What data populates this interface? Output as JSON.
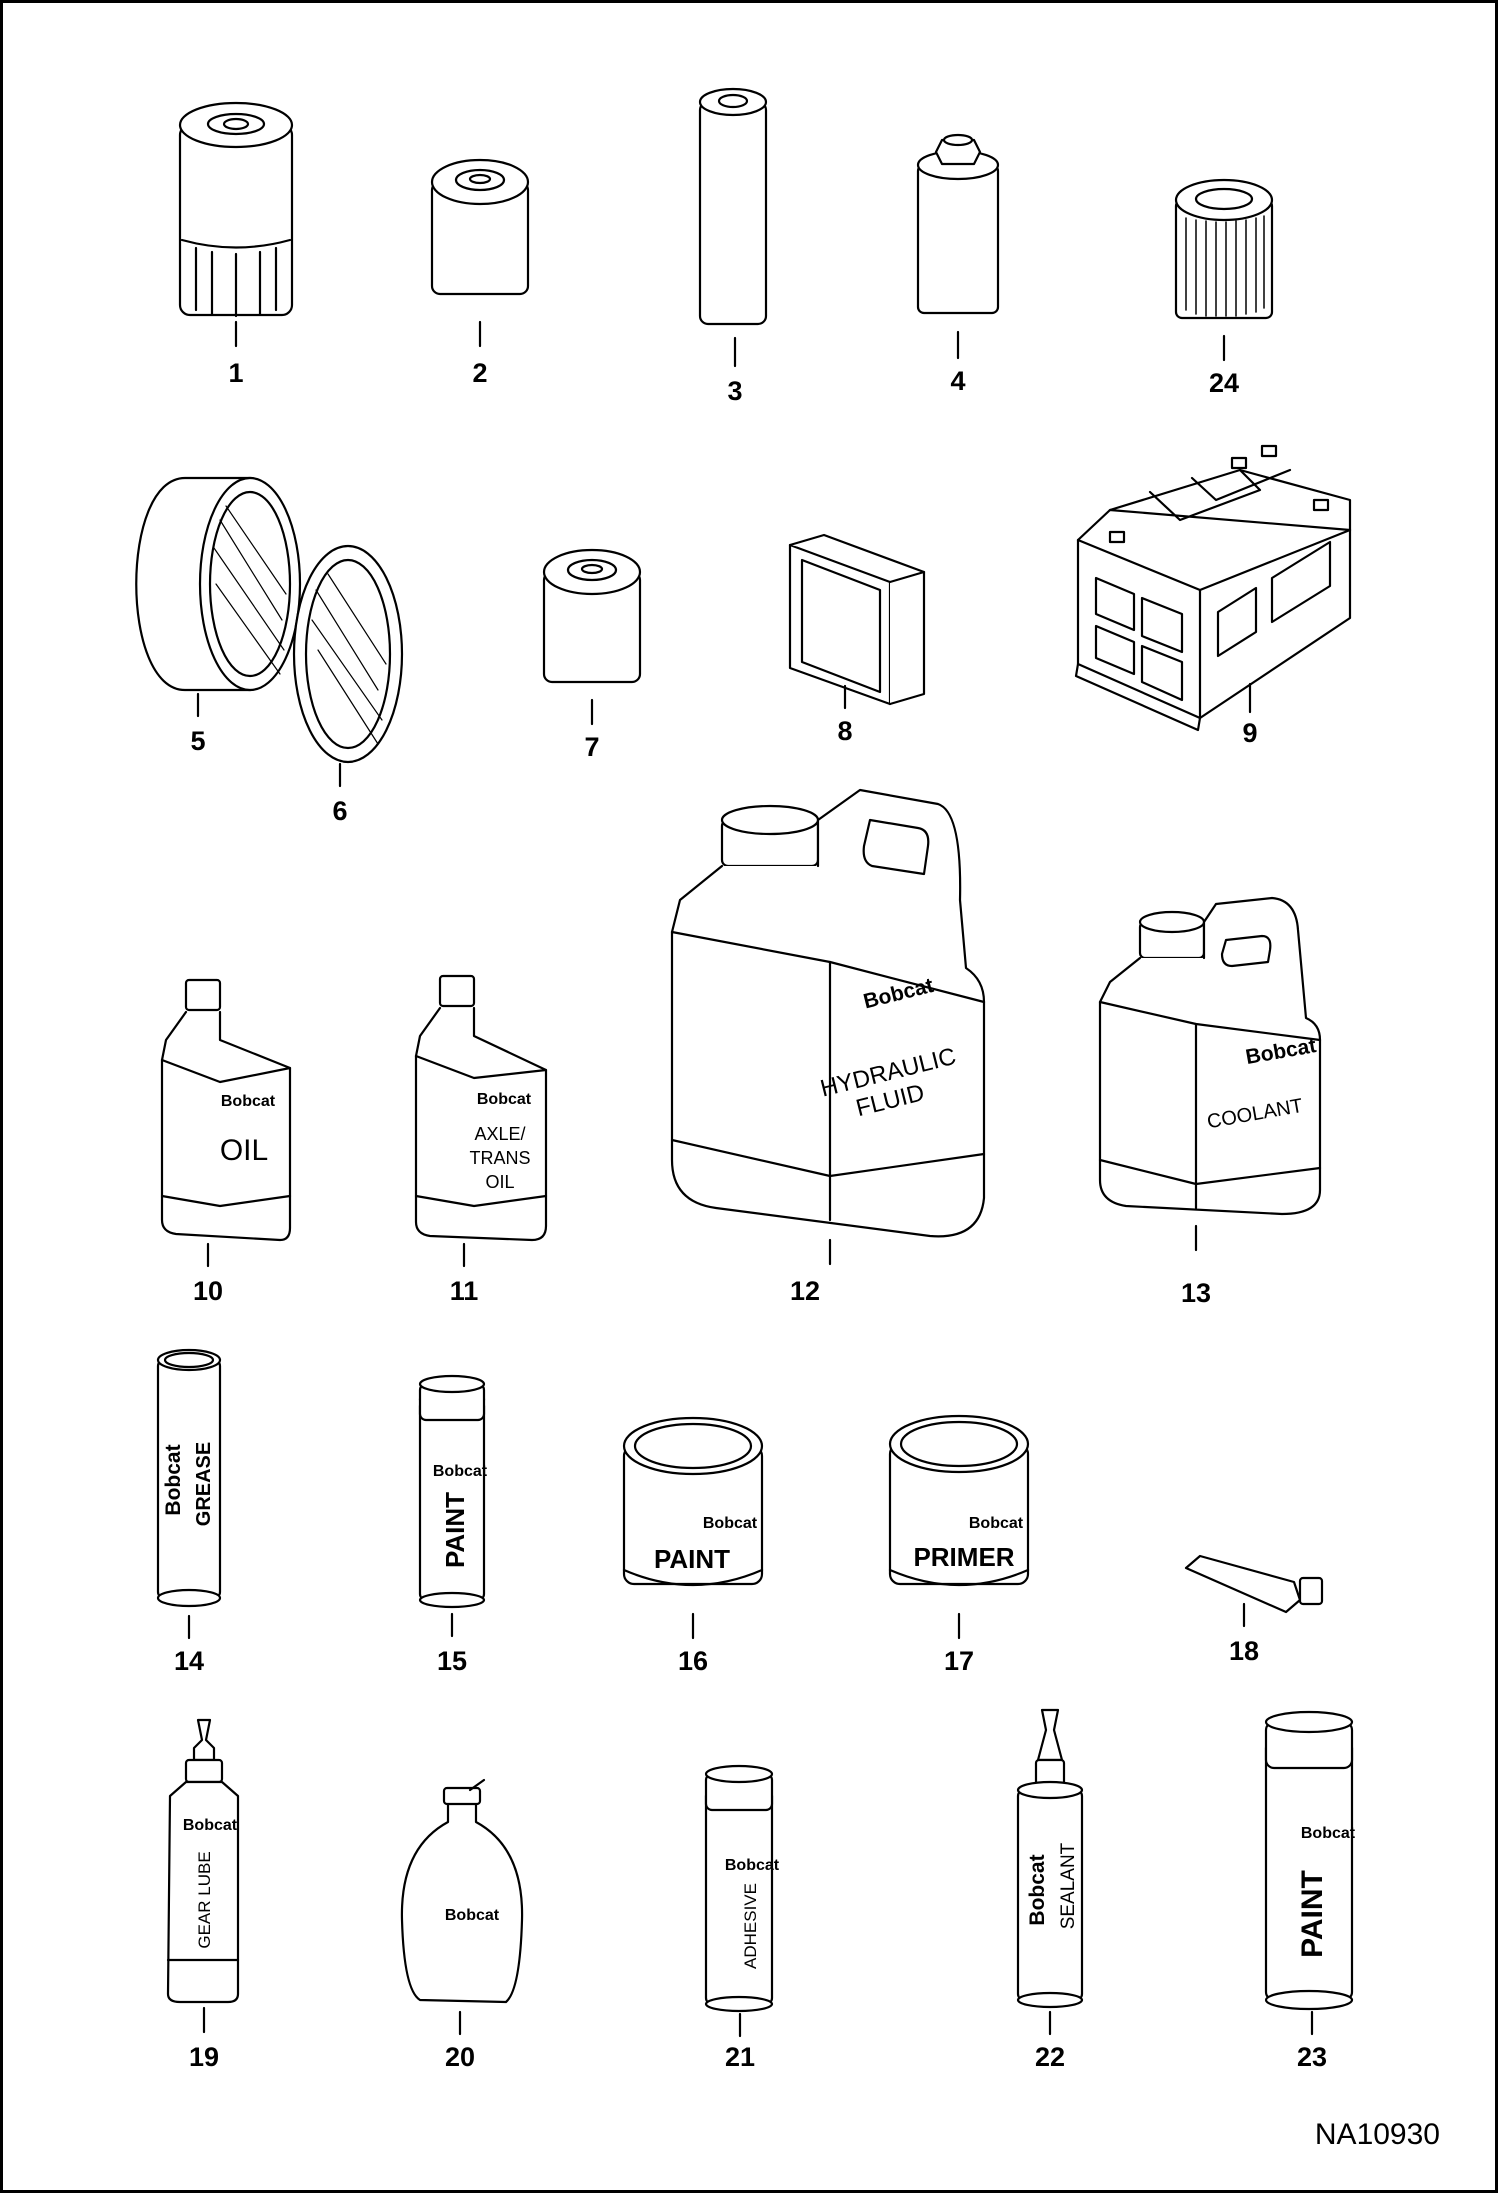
{
  "drawing_id": "NA10930",
  "brand": "Bobcat",
  "items": [
    {
      "callout": "1",
      "icon": "oil-filter-icon"
    },
    {
      "callout": "2",
      "icon": "fuel-filter-icon"
    },
    {
      "callout": "3",
      "icon": "hydraulic-filter-icon"
    },
    {
      "callout": "4",
      "icon": "hydraulic-filter-icon"
    },
    {
      "callout": "24",
      "icon": "mesh-filter-icon"
    },
    {
      "callout": "5",
      "icon": "air-filter-outer-icon"
    },
    {
      "callout": "6",
      "icon": "air-filter-inner-icon"
    },
    {
      "callout": "7",
      "icon": "fuel-filter-icon"
    },
    {
      "callout": "8",
      "icon": "cab-filter-icon"
    },
    {
      "callout": "9",
      "icon": "battery-icon"
    },
    {
      "callout": "10",
      "icon": "quart-bottle-icon",
      "label_lines": [
        "OIL"
      ]
    },
    {
      "callout": "11",
      "icon": "quart-bottle-icon",
      "label_lines": [
        "AXLE/",
        "TRANS",
        "OIL"
      ]
    },
    {
      "callout": "12",
      "icon": "jug-icon",
      "label_lines": [
        "HYDRAULIC",
        "FLUID"
      ]
    },
    {
      "callout": "13",
      "icon": "jug-icon",
      "label_lines": [
        "COOLANT"
      ]
    },
    {
      "callout": "14",
      "icon": "grease-tube-icon",
      "label_lines": [
        "GREASE"
      ]
    },
    {
      "callout": "15",
      "icon": "spray-can-icon",
      "label_lines": [
        "PAINT"
      ]
    },
    {
      "callout": "16",
      "icon": "paint-can-icon",
      "label_lines": [
        "PAINT"
      ]
    },
    {
      "callout": "17",
      "icon": "paint-can-icon",
      "label_lines": [
        "PRIMER"
      ]
    },
    {
      "callout": "18",
      "icon": "small-tube-icon"
    },
    {
      "callout": "19",
      "icon": "gear-lube-bottle-icon",
      "label_lines": [
        "GEAR LUBE"
      ]
    },
    {
      "callout": "20",
      "icon": "bottle-icon"
    },
    {
      "callout": "21",
      "icon": "spray-can-icon",
      "label_lines": [
        "ADHESIVE"
      ]
    },
    {
      "callout": "22",
      "icon": "sealant-tube-icon",
      "label_lines": [
        "SEALANT"
      ]
    },
    {
      "callout": "23",
      "icon": "spray-can-icon",
      "label_lines": [
        "PAINT"
      ]
    }
  ]
}
